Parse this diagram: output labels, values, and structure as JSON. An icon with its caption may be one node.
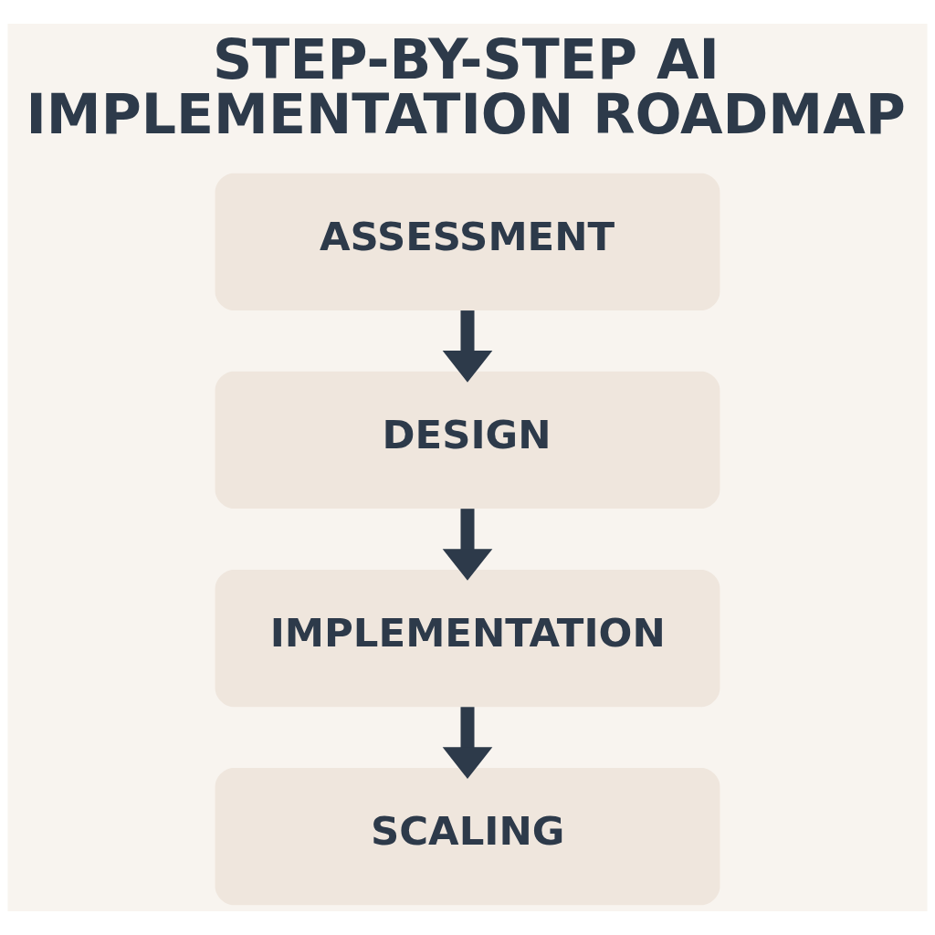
{
  "diagram": {
    "title": "STEP-BY-STEP AI IMPLEMENTATION ROADMAP",
    "nodes": [
      {
        "text": [
          "ASSESSMENT"
        ]
      },
      {
        "text": [
          "DESIGN"
        ]
      },
      {
        "text": [
          "IMPLEMENTATION"
        ]
      },
      {
        "text": [
          "SCALING"
        ]
      }
    ],
    "edges": [
      {
        "from": 0,
        "to": 1,
        "arrow": "to"
      },
      {
        "from": 1,
        "to": 2,
        "arrow": "to"
      },
      {
        "from": 2,
        "to": 3,
        "arrow": "to"
      }
    ]
  }
}
